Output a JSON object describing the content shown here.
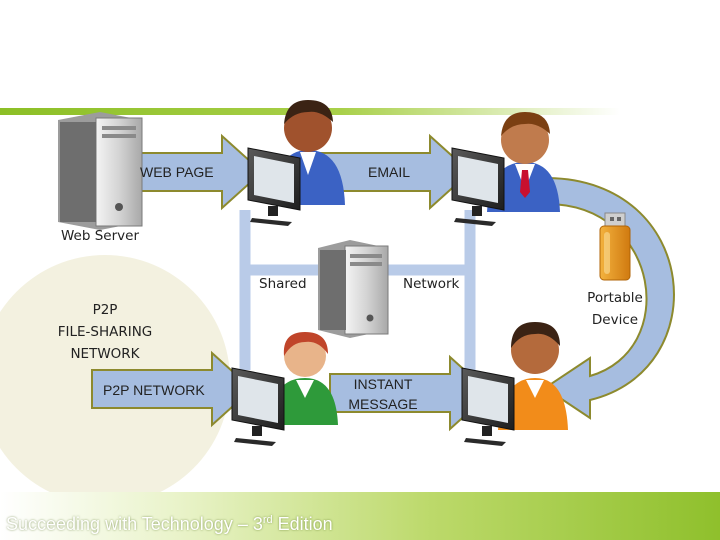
{
  "diagram": {
    "labels": {
      "web_page": "WEB PAGE",
      "email": "EMAIL",
      "web_server": "Web Server",
      "shared": "Shared",
      "network": "Network",
      "p2p_line1": "P2P",
      "p2p_line2": "FILE-SHARING",
      "p2p_line3": "NETWORK",
      "p2p_network": "P2P NETWORK",
      "instant_line1": "INSTANT",
      "instant_line2": "MESSAGE",
      "portable_line1": "Portable",
      "portable_line2": "Device"
    },
    "colors": {
      "arrow_fill": "#a6bde0",
      "arrow_stroke": "#8d8a2e",
      "network_line": "#b9cbe8",
      "accent_green": "#8cbf26"
    }
  },
  "footer": {
    "title_main": "Succeeding with Technology – 3",
    "title_sup": "rd",
    "title_end": " Edition"
  }
}
